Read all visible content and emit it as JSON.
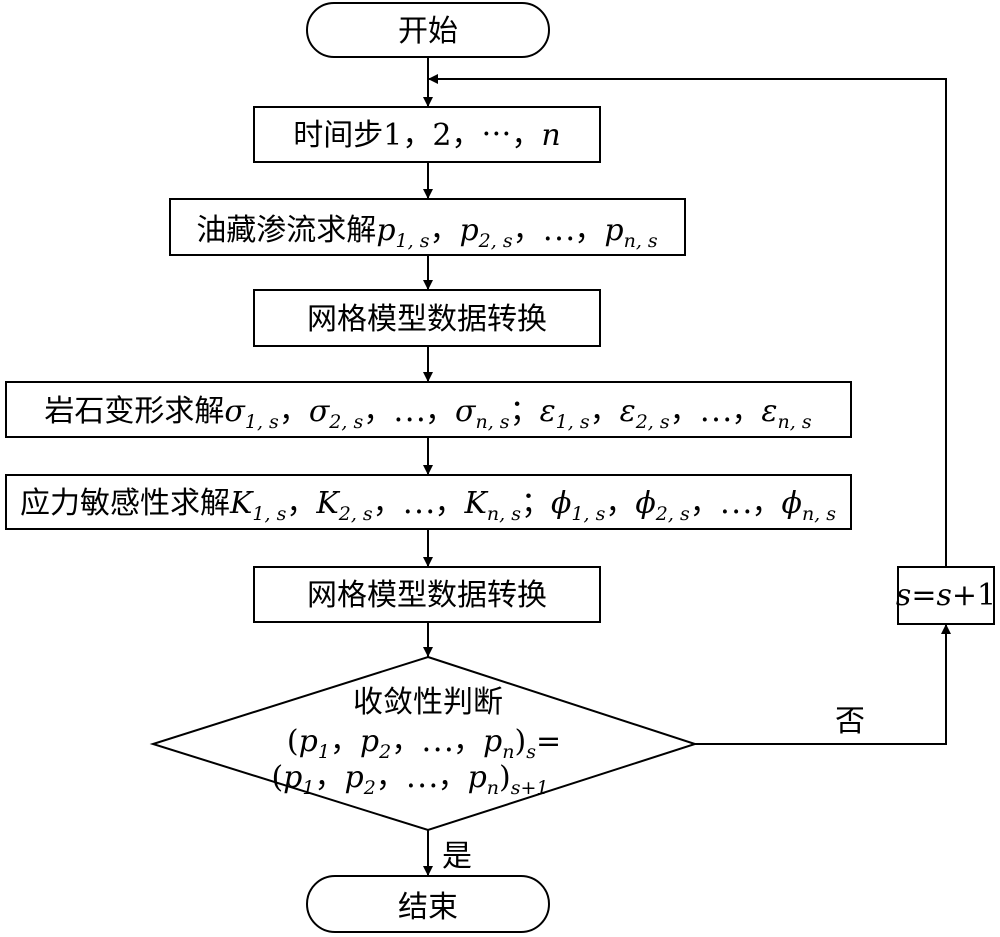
{
  "nodes": {
    "start": {
      "label": "开始"
    },
    "timestep": {
      "prefix": "时间步1，2，⋯，",
      "var": "n"
    },
    "reservoir": {
      "prefix": "油藏渗流求解",
      "terms": [
        {
          "sym": "p",
          "sub": "1, s"
        },
        {
          "sym": "p",
          "sub": "2, s"
        },
        {
          "sym": "⋯",
          "sub": ""
        },
        {
          "sym": "p",
          "sub": "n, s"
        }
      ]
    },
    "convert1": {
      "label": "网格模型数据转换"
    },
    "rock": {
      "prefix": "岩石变形求解",
      "terms": [
        {
          "sym": "σ",
          "sub": "1, s"
        },
        {
          "sym": "σ",
          "sub": "2, s"
        },
        {
          "sym": "⋯",
          "sub": ""
        },
        {
          "sym": "σ",
          "sub": "n, s"
        },
        {
          "sym": "ε",
          "sub": "1, s"
        },
        {
          "sym": "ε",
          "sub": "2, s"
        },
        {
          "sym": "⋯",
          "sub": ""
        },
        {
          "sym": "ε",
          "sub": "n, s"
        }
      ]
    },
    "stress": {
      "prefix": "应力敏感性求解",
      "terms": [
        {
          "sym": "K",
          "sub": "1, s"
        },
        {
          "sym": "K",
          "sub": "2, s"
        },
        {
          "sym": "⋯",
          "sub": ""
        },
        {
          "sym": "K",
          "sub": "n, s"
        },
        {
          "sym": "ϕ",
          "sub": "1, s"
        },
        {
          "sym": "ϕ",
          "sub": "2, s"
        },
        {
          "sym": "⋯",
          "sub": ""
        },
        {
          "sym": "ϕ",
          "sub": "n, s"
        }
      ]
    },
    "convert2": {
      "label": "网格模型数据转换"
    },
    "decision": {
      "title": "收敛性判断",
      "line1_sub": "s",
      "line2_sub": "s+1",
      "terms": [
        {
          "sym": "p",
          "sub": "1"
        },
        {
          "sym": "p",
          "sub": "2"
        },
        {
          "sym": "⋯",
          "sub": ""
        },
        {
          "sym": "p",
          "sub": "n"
        }
      ]
    },
    "increment": {
      "var_left": "s",
      "eq": "=",
      "var_right": "s",
      "plus": "+1"
    },
    "end": {
      "label": "结束"
    }
  },
  "edges": {
    "yes_label": "是",
    "no_label": "否"
  }
}
